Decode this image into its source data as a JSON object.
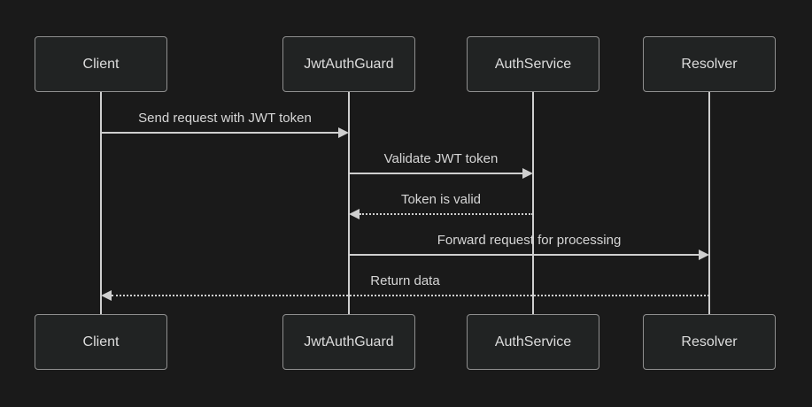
{
  "diagram": {
    "type": "sequence",
    "actors": [
      {
        "id": "client",
        "label": "Client"
      },
      {
        "id": "jwtauthguard",
        "label": "JwtAuthGuard"
      },
      {
        "id": "authservice",
        "label": "AuthService"
      },
      {
        "id": "resolver",
        "label": "Resolver"
      }
    ],
    "messages": [
      {
        "from": "Client",
        "to": "JwtAuthGuard",
        "text": "Send request with JWT token",
        "line": "solid",
        "direction": "right"
      },
      {
        "from": "JwtAuthGuard",
        "to": "AuthService",
        "text": "Validate JWT token",
        "line": "solid",
        "direction": "right"
      },
      {
        "from": "AuthService",
        "to": "JwtAuthGuard",
        "text": "Token is valid",
        "line": "dotted",
        "direction": "left"
      },
      {
        "from": "JwtAuthGuard",
        "to": "Resolver",
        "text": "Forward request for processing",
        "line": "solid",
        "direction": "right"
      },
      {
        "from": "Resolver",
        "to": "Client",
        "text": "Return data",
        "line": "dotted",
        "direction": "left"
      }
    ],
    "colors": {
      "background": "#1a1a1a",
      "actor_fill": "#212323",
      "actor_border": "#8f8f8f",
      "signal_line": "#cfcfcf",
      "text": "#dcdcdc"
    }
  }
}
